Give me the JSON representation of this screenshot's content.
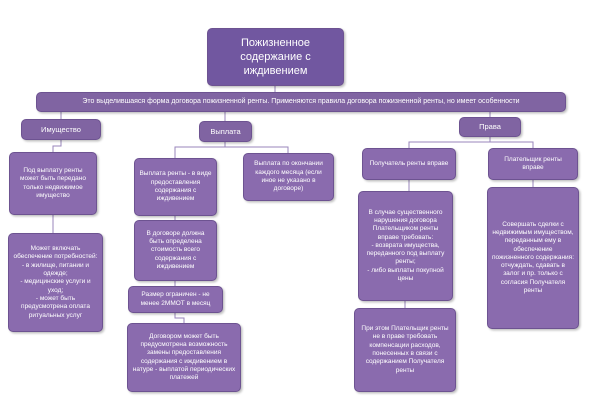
{
  "diagram": {
    "title": "Пожизненное содержание с иждивением",
    "intro": "Это выделившаяся форма договора пожизненной ренты. Применяются правила договора пожизненной ренты, но имеет особенности",
    "property": {
      "label": "Имущество",
      "items": [
        "Под выплату ренты может быть передано только недвижимое имущество",
        "Может включать обеспечение потребностей:\n- в жилище, питании и одежде;\n- медицинские услуги и уход;\n- может быть предусмотрена оплата ритуальных услуг"
      ]
    },
    "payment": {
      "label": "Выплата",
      "items": [
        "Выплата ренты - в виде предоставления содержания с иждивением",
        "Выплата по окончании каждого месяца (если иное не указано в договоре)",
        "В договоре должна быть определена стоимость всего содержания с иждивением",
        "Размер ограничен - не менее 2ММОТ в месяц",
        "Договором может быть предусмотрена возможность замены предоставления содержания с иждивением  в натуре - выплатой периодических платежей"
      ]
    },
    "rights": {
      "label": "Права",
      "receiver_label": "Получатель ренты вправе",
      "payer_label": "Плательщик ренты вправе",
      "receiver_items": [
        "В случае существенного нарушения договора Плательщиком ренты вправе требовать:\n- возврата имущества, переданного под выплату ренты;\n- либо выплаты покупной цены",
        "При этом Плательщик ренты не в праве требовать компенсации расходов, понесенных в связи с содержанием Получателя ренты"
      ],
      "payer_items": [
        "Совершать сделки с недвижимым имуществом, переданным ему в обеспечение пожизненного содержания: отчуждать, сдавать в залог и пр. только с согласия Получателя ренты"
      ]
    },
    "colors": {
      "box_primary": "#8064a2",
      "box_leaf": "#8a6bae",
      "box_title": "#7157a0",
      "connector": "#9886bb",
      "text": "#ffffff"
    }
  }
}
